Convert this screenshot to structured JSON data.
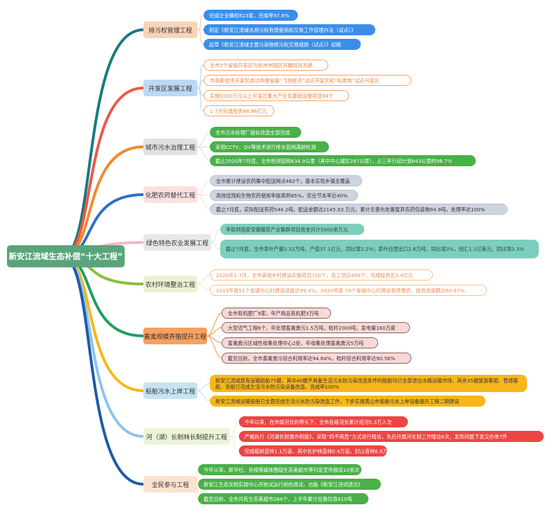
{
  "root": "新安江流域生态补偿“十大工程”",
  "topics": [
    {
      "id": "t1",
      "label": "排污权管理工程",
      "bg": "#f9d4b8",
      "line": "#1a7a80",
      "items": [
        "完成企业确权823家，完成率97.6%",
        "制定《新安江流域水排污权有偿使用和交易工作管理办法（试点）》",
        "起草《新安江流域主要污染物排污权交易规则（试点）》初稿"
      ]
    },
    {
      "id": "t2",
      "label": "开发区发展工程",
      "bg": "#bcd9f2",
      "line": "#e85a4a",
      "items": [
        "全市7个省级开发区与杭州市园区开展结对共建",
        "市高新技术开发区成功申报省级“飞地经济”试点开发区和“标准地”试点开发区",
        "实施5000万元以上开发区重大产业及基础设施项目94个",
        "1-7月完成投资48.86亿元"
      ]
    },
    {
      "id": "t3",
      "label": "城市污水治理工程",
      "bg": "#e1e1e1",
      "line": "#f08a2e",
      "items": [
        "全市污水处理厂提标改造全部完成",
        "采用CCTV、QV等技术进行排水管网满龄检测",
        "截止2020年7月底，全市检测管网634.9公里（其中中心城区287公里），占三年行动计划643公里的98.7%"
      ]
    },
    {
      "id": "t4",
      "label": "化肥农药替代工程",
      "bg": "#fde0e0",
      "line": "#2f70c4",
      "items": [
        "全市累计建设农药集中配送网点462个，基本实现乡镇全覆盖",
        "高效低残和生物农药使用率提高到85%，农业节本率近40%",
        "截止7月底，实际配送农药544.2吨，配送金额达2145.03 万元，累计无害化处置废弃农药包装物84.9吨，处理率达100%"
      ]
    },
    {
      "id": "t5",
      "label": "绿色特色农业发展工程",
      "bg": "#e8e8e8",
      "line": "#f7b7c4",
      "items": [
        "争取到国家安徽徽茶产业集群项目资金共计5000余万元",
        "截止7月底，全市茶叶产量3.32万吨，产值37.1亿元，同比增2.2%；茶叶自营出口2.6万吨，同比增3%，创汇1.1亿美元，同比增3.3%"
      ]
    },
    {
      "id": "t6",
      "label": "农村环境整治工程",
      "bg": "#eaf2d0",
      "line": "#86bf3e",
      "items": [
        "2020年1-7月，全市美丽乡村建设实施项目710个，完工项目406个，完成投资近2.4亿元",
        "2019年度51个省级中心村建设进度达99.4%，2020年度 74个省级中心村建设有序推进，投资进度额达64.67%"
      ]
    },
    {
      "id": "t7",
      "label": "畜禽规模养殖提升工程",
      "bg": "#f7a060",
      "line": "#1f9f5f",
      "items": [
        "全市有机肥厂9家，年产商品有机肥3万吨",
        "大型沼气工程6个，年处理畜禽粪污1.5万吨，秸秆2000吨，发电量180万度",
        "畜禽粪污区域性收集处理中心2处，年收集处理畜禽粪污5万吨",
        "截至目前，全市畜禽粪污综合利用率达94.84%，秸秆综合利用率达90.56%"
      ]
    },
    {
      "id": "t8",
      "label": "船舶污水上岸工程",
      "bg": "#c7e3f2",
      "line": "#f7b71a",
      "items": [
        "新安江流域原有运输船舶75艘，其中40艘不具备生活污水防污染改造条件的船舶均已全部退出水路运输市场，其余35艘旅游客船、普通客船、货船已完成生活污水防污染设备改造，完成率100%",
        "新安江流域运输船舶已全面完成生活污水防污染改造工作，下步实施黄山市船舶污水上岸设备提升工程二期建设"
      ]
    },
    {
      "id": "t9",
      "label": "河（湖）长制林长制提升工程",
      "bg": "#ecf4d8",
      "line": "#8cc4ee",
      "items": [
        "今年以来，在市级河长的带头下，全市各级河长累计巡河5.3万人次",
        "严格执行《河湖长制督办制度》，采取“四不两直”方式进行暗访，先后开展河长制工作暗访6次，发现问题下发交办单7件",
        "完成植树造林1.1万亩，其中长护林造林0.4万亩，封山育林6.9万亩"
      ]
    },
    {
      "id": "t10",
      "label": "全民参与工程",
      "bg": "#fde3cf",
      "line": "#1e5aa8",
      "items": [
        "今年以来，新华社、央视等媒体围绕生态美超市等刊发宣传报道10余次",
        "新安江生态文明实践中心开始试运行前的调试，出版《新安江诗词选注》",
        "截至目前，全市共有生态美超市264个，上半年累计兑换垃圾415吨"
      ]
    }
  ]
}
